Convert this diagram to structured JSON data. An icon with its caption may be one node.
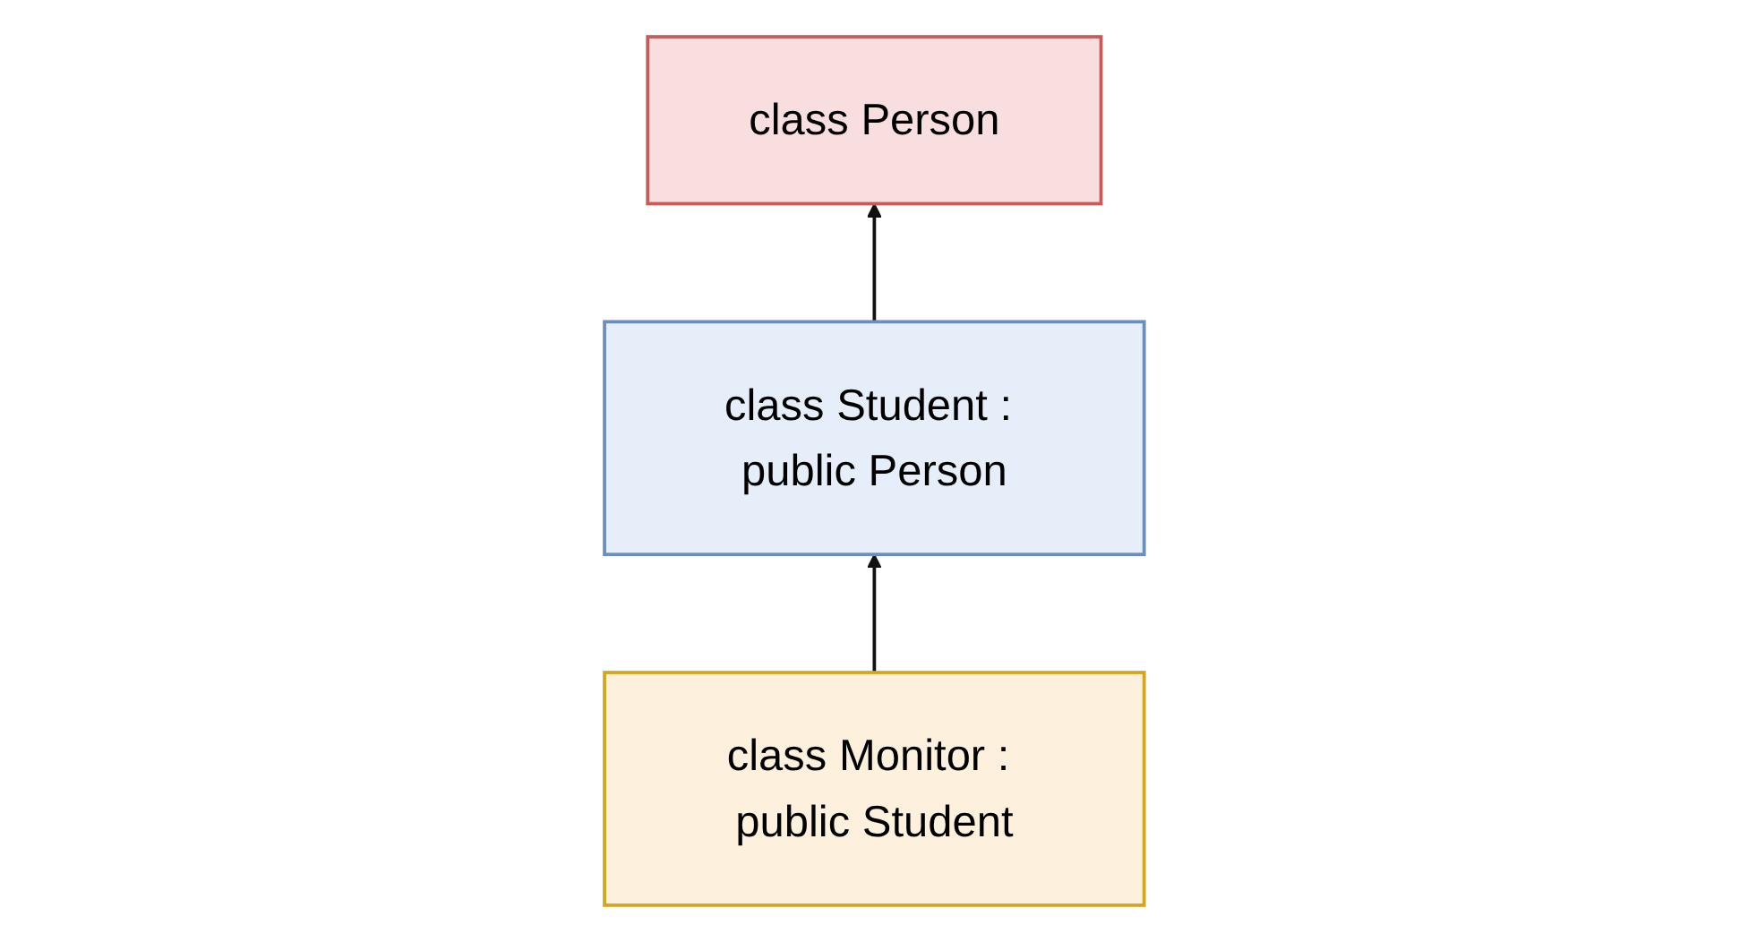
{
  "diagram": {
    "nodes": [
      {
        "text": [
          "class Person"
        ]
      },
      {
        "text": [
          "class Student : public Person"
        ]
      },
      {
        "text": [
          "class Monitor : public Student"
        ]
      }
    ],
    "edges": [
      {
        "from": 1,
        "to": 0,
        "arrow": "to"
      },
      {
        "from": 2,
        "to": 1,
        "arrow": "to"
      }
    ]
  }
}
